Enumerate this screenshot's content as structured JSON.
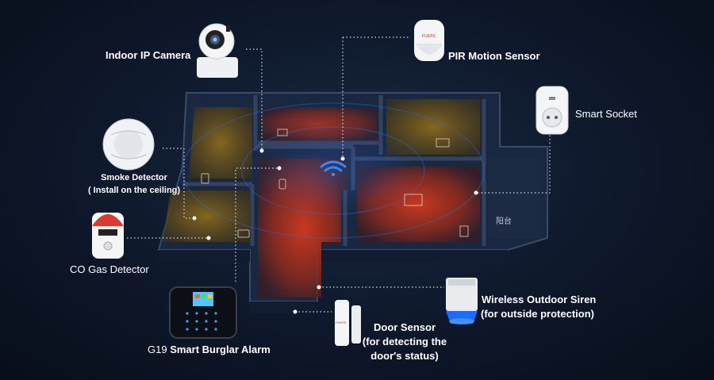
{
  "devices": {
    "camera": "Indoor IP Camera",
    "pir": "PIR Motion Sensor",
    "socket": "Smart Socket",
    "smoke_line1": "Smoke Detector",
    "smoke_line2": "( Install on the ceiling)",
    "co": "CO Gas Detector",
    "siren_line1": "Wireless Outdoor Siren",
    "siren_line2": "(for outside protection)",
    "door_line1": "Door Sensor",
    "door_line2": "(for detecting the",
    "door_line3": "door′s status)",
    "alarm_model": "G19",
    "alarm_name": "Smart Burglar Alarm"
  },
  "rooms": {
    "balcony": "阳台"
  },
  "icons": [
    "wifi-icon",
    "camera-icon",
    "pir-sensor-icon",
    "smart-socket-icon",
    "smoke-detector-icon",
    "co-detector-icon",
    "siren-icon",
    "door-sensor-icon",
    "alarm-panel-icon"
  ],
  "colors": {
    "accent_glow": "#c8321e",
    "wifi": "#2f8cff",
    "wall": "#2b3a55"
  }
}
